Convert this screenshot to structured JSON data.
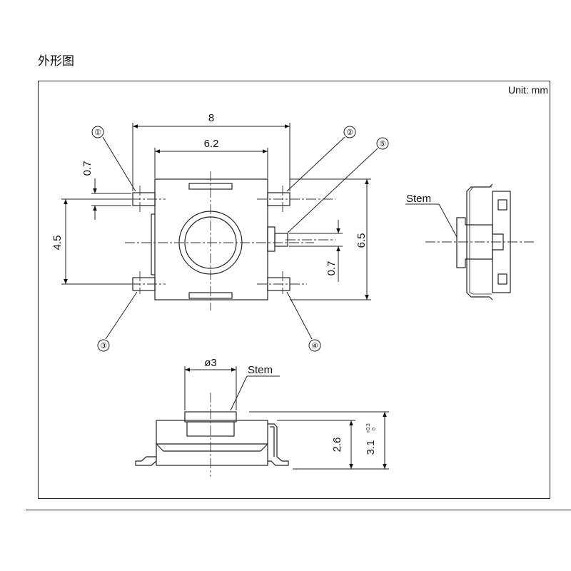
{
  "title": "外形图",
  "unit": "Unit: mm",
  "top_view": {
    "width_outer": "8",
    "width_inner": "6.2",
    "pin_width_left": "0.7",
    "pin_pitch": "4.5",
    "height": "6.5",
    "pin_width_right": "0.7",
    "pins": [
      "①",
      "②",
      "③",
      "④",
      "⑤"
    ]
  },
  "side_view": {
    "stem_label": "Stem"
  },
  "front_view": {
    "stem_diameter": "ø3",
    "stem_label": "Stem",
    "body_height": "2.6",
    "total_height": "3.1",
    "tolerance_upper": "+0.3",
    "tolerance_lower": "0"
  }
}
